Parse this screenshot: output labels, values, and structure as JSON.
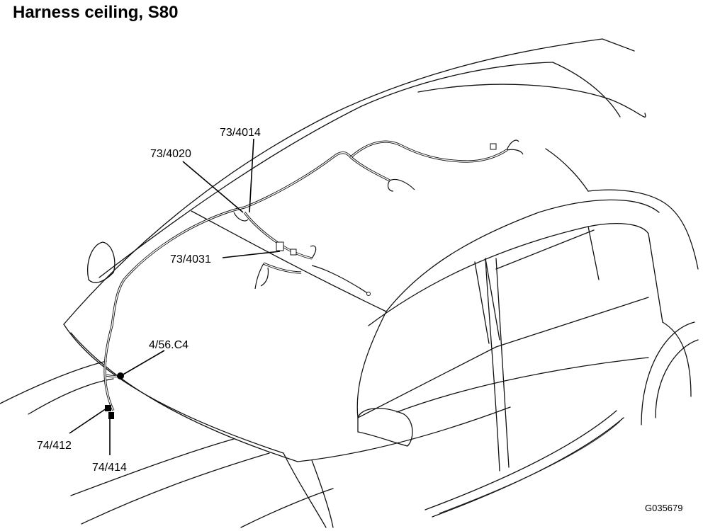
{
  "title": "Harness ceiling, S80",
  "figure_code": "G035679",
  "callouts": [
    {
      "id": "73-4014",
      "text": "73/4014"
    },
    {
      "id": "73-4020",
      "text": "73/4020"
    },
    {
      "id": "73-4031",
      "text": "73/4031"
    },
    {
      "id": "4-56-c4",
      "text": "4/56.C4"
    },
    {
      "id": "74-412",
      "text": "74/412"
    },
    {
      "id": "74-414",
      "text": "74/414"
    }
  ]
}
